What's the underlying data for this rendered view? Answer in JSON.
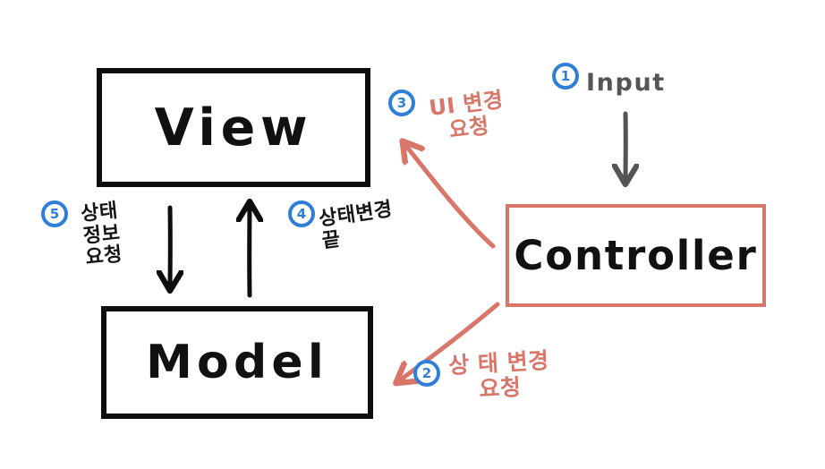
{
  "diagram": {
    "title": "MVC pattern flow diagram",
    "background_color": "#ffffff",
    "colors": {
      "node_border_black": "#0d0d0d",
      "node_border_red": "#d9766a",
      "badge_blue": "#2f7fd8",
      "annotation_red": "#d9766a",
      "annotation_black": "#161616",
      "annotation_gray": "#555555"
    }
  },
  "nodes": {
    "view": {
      "label": "View"
    },
    "model": {
      "label": "Model"
    },
    "controller": {
      "label": "Controller"
    }
  },
  "badges": {
    "one": "1",
    "two": "2",
    "three": "3",
    "four": "4",
    "five": "5"
  },
  "annotations": {
    "input": "Input",
    "ui_change_request": "UI 변경\n요청",
    "state_change_request": "상 태 변경\n요청",
    "state_change": "상태변경\n끝",
    "state_info_request": "상태\n정보\n요청"
  },
  "arrows": [
    {
      "name": "input-arrow",
      "from": "user input",
      "to": "Controller",
      "step": "1",
      "color": "#555555",
      "label": "Input"
    },
    {
      "name": "controller-to-model-arrow",
      "from": "Controller",
      "to": "Model",
      "step": "2",
      "color": "#d9766a",
      "label": "상 태 변경 요청"
    },
    {
      "name": "controller-to-view-arrow",
      "from": "Controller",
      "to": "View",
      "step": "3",
      "color": "#d9766a",
      "label": "UI 변경 요청"
    },
    {
      "name": "model-to-view-arrow",
      "from": "Model",
      "to": "View",
      "step": "4",
      "color": "#0d0d0d",
      "label": "상태변경 끝"
    },
    {
      "name": "view-to-model-arrow",
      "from": "View",
      "to": "Model",
      "step": "5",
      "color": "#0d0d0d",
      "label": "상태 정보 요청"
    }
  ]
}
